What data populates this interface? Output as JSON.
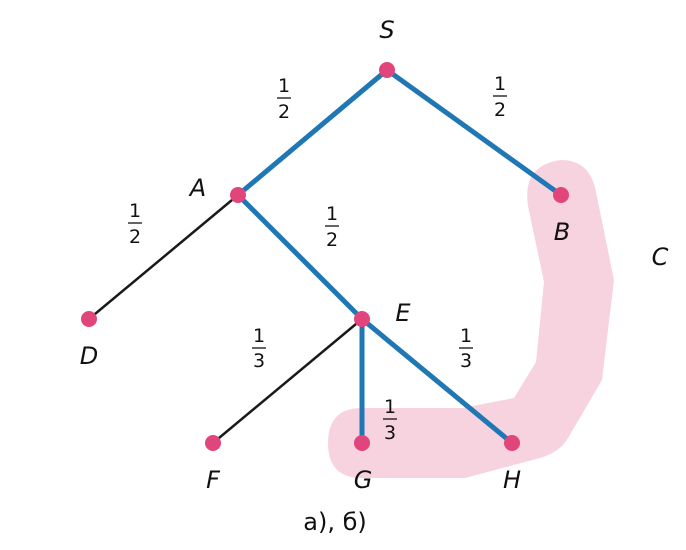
{
  "nodes": {
    "S": "S",
    "A": "A",
    "B": "B",
    "C": "C",
    "D": "D",
    "E": "E",
    "F": "F",
    "G": "G",
    "H": "H"
  },
  "edges": {
    "S_A": {
      "num": "1",
      "den": "2"
    },
    "S_B": {
      "num": "1",
      "den": "2"
    },
    "A_D": {
      "num": "1",
      "den": "2"
    },
    "A_E": {
      "num": "1",
      "den": "2"
    },
    "E_F": {
      "num": "1",
      "den": "3"
    },
    "E_G": {
      "num": "1",
      "den": "3"
    },
    "E_H": {
      "num": "1",
      "den": "3"
    }
  },
  "caption": "а), б)",
  "colors": {
    "highlight_edge": "#1f77b4",
    "normal_edge": "#1a1a1a",
    "node": "#e0457b",
    "region": "#f7d3df"
  }
}
